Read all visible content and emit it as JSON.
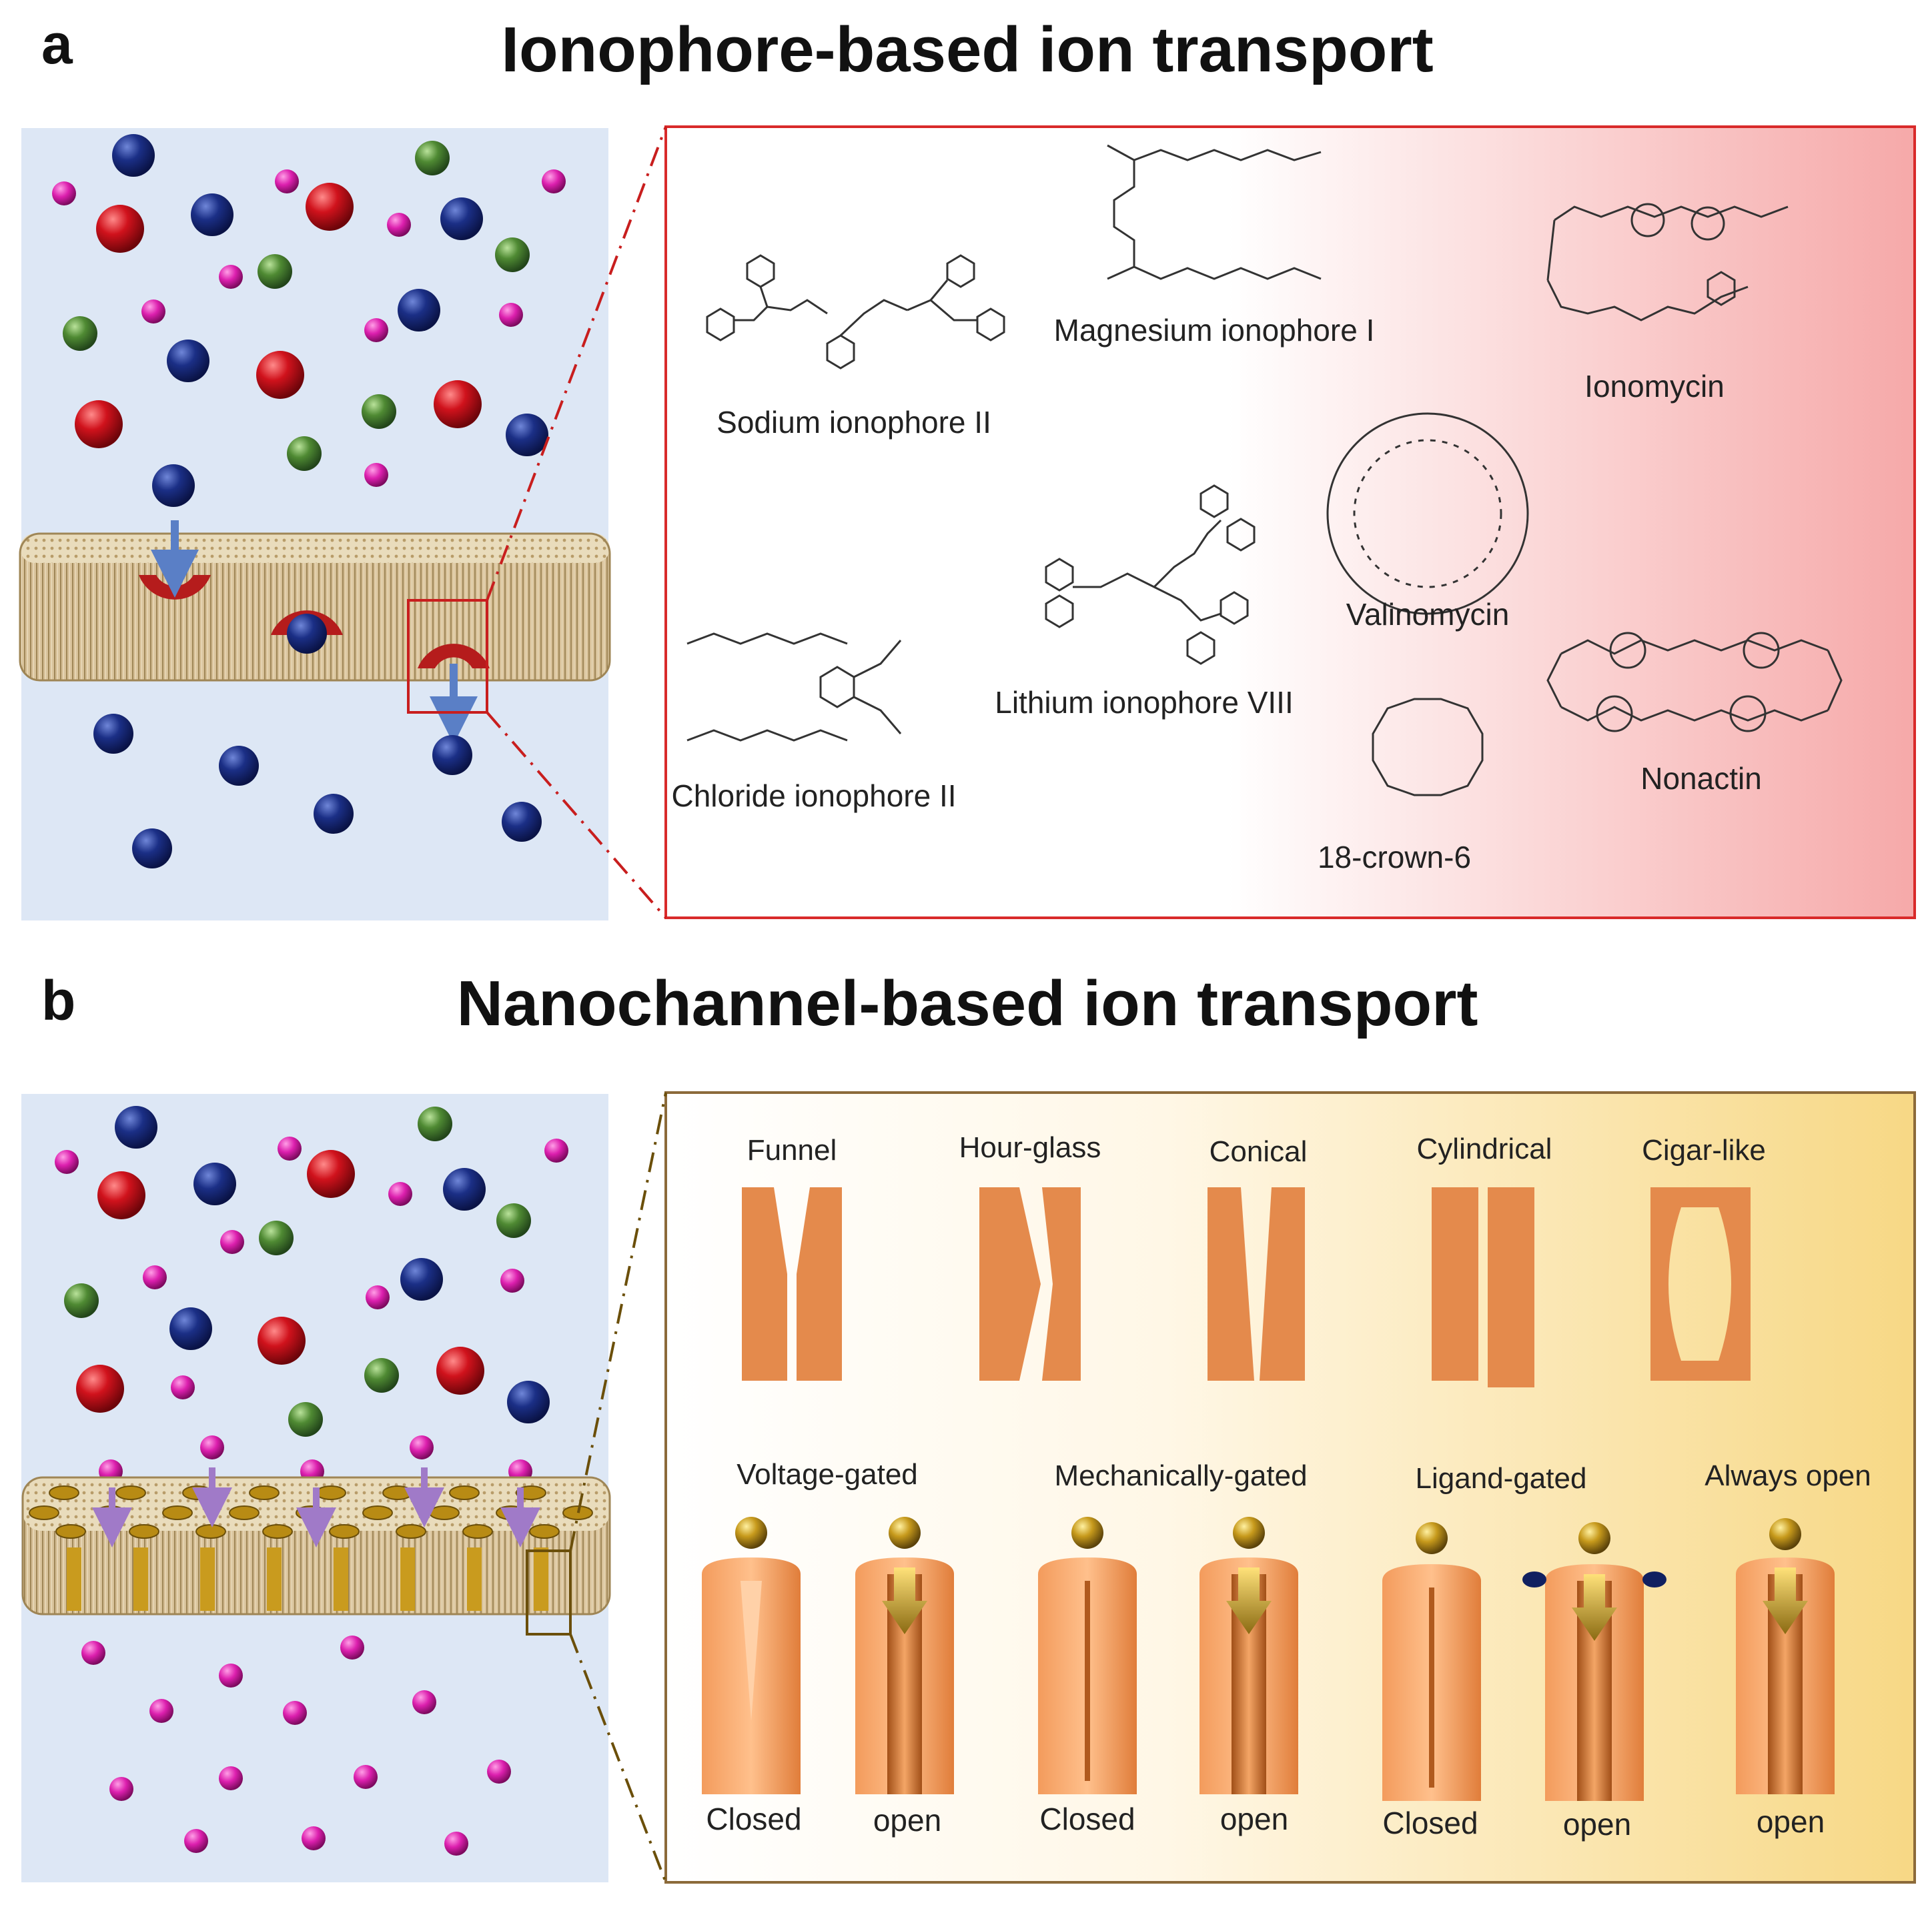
{
  "panel_a": {
    "letter": "a",
    "title": "Ionophore-based ion transport",
    "ionophores": [
      "Sodium ionophore II",
      "Magnesium ionophore I",
      "Ionomycin",
      "Valinomycin",
      "Lithium ionophore VIII",
      "Chloride ionophore II",
      "18-crown-6",
      "Nonactin"
    ]
  },
  "panel_b": {
    "letter": "b",
    "title": "Nanochannel-based ion transport",
    "shapes": [
      "Funnel",
      "Hour-glass",
      "Conical",
      "Cylindrical",
      "Cigar-like"
    ],
    "gates": [
      "Voltage-gated",
      "Mechanically-gated",
      "Ligand-gated",
      "Always open"
    ],
    "states": [
      "Closed",
      "open",
      "Closed",
      "open",
      "Closed",
      "open",
      "open"
    ]
  },
  "colors": {
    "solution_bg": "#dde7f5",
    "ion_blue": "#14287a",
    "ion_red": "#c8101a",
    "ion_green": "#4e8a32",
    "ion_magenta": "#d81ea8",
    "membrane": "#d9c7a3",
    "ionophore_red": "#b51c1c",
    "channel_orange": "#e48a4c",
    "frame_red": "#d92a2a",
    "frame_brown": "#8c6a3a"
  }
}
